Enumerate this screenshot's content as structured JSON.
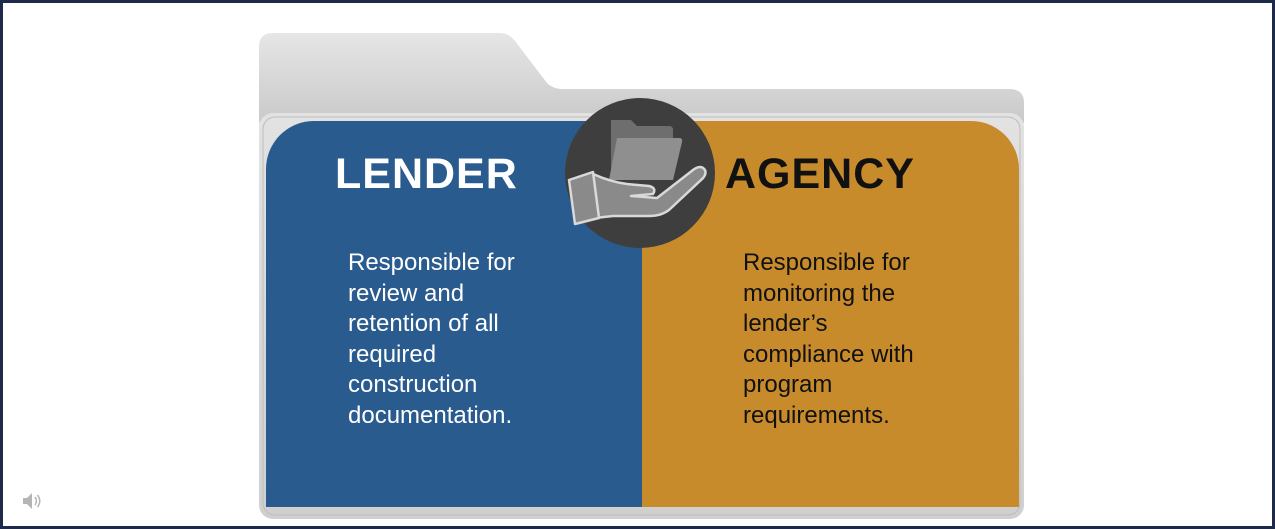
{
  "lender": {
    "title": "LENDER",
    "lines": [
      "Responsible for",
      "review and",
      "retention of all",
      "required",
      "construction",
      "documentation."
    ]
  },
  "agency": {
    "title": "AGENCY",
    "lines": [
      "Responsible for",
      "monitoring the",
      "lender’s",
      "compliance with",
      "program",
      "requirements."
    ]
  },
  "icons": {
    "center": "hand-holding-folder-icon",
    "audio": "speaker-icon"
  },
  "colors": {
    "frame_border": "#1d2a4a",
    "lender_panel": "#2a5b8e",
    "agency_panel": "#c88b2c",
    "folder_gray": "#d3d3d3",
    "icon_circle": "#3e3e3e"
  }
}
